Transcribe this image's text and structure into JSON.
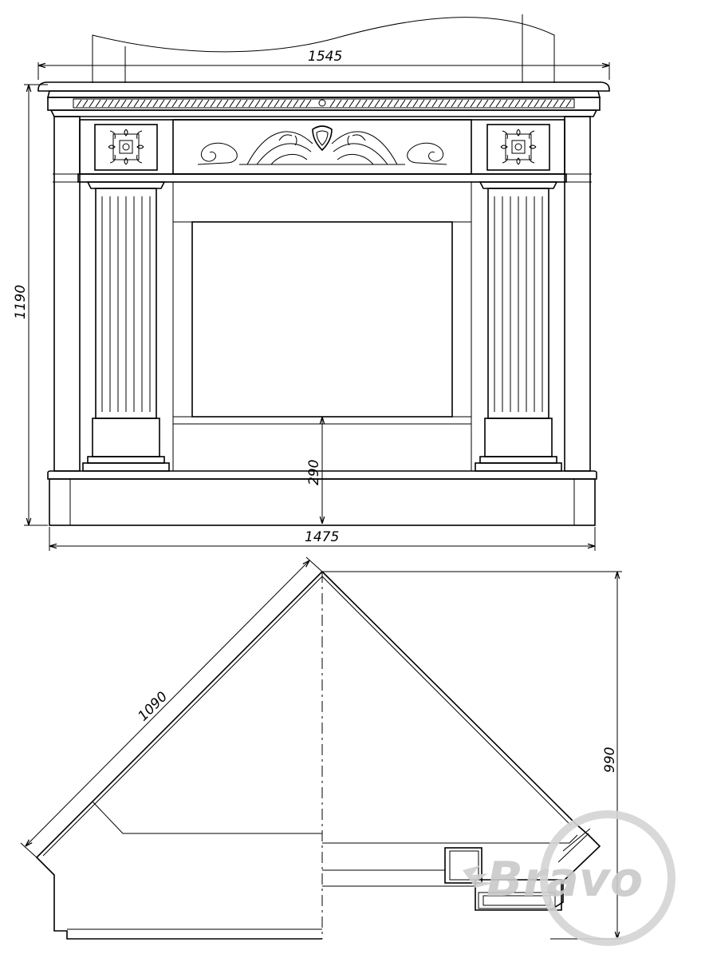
{
  "front_view": {
    "dim_overall_top_width": "1545",
    "dim_overall_height": "1190",
    "dim_opening_height": "290",
    "dim_base_width": "1475"
  },
  "corner_view": {
    "dim_side_length": "1090",
    "dim_depth": "990"
  },
  "watermark": {
    "brand": "Bravo"
  },
  "colors": {
    "line": "#000000",
    "watermark": "#c9c9c9",
    "background": "#ffffff"
  }
}
